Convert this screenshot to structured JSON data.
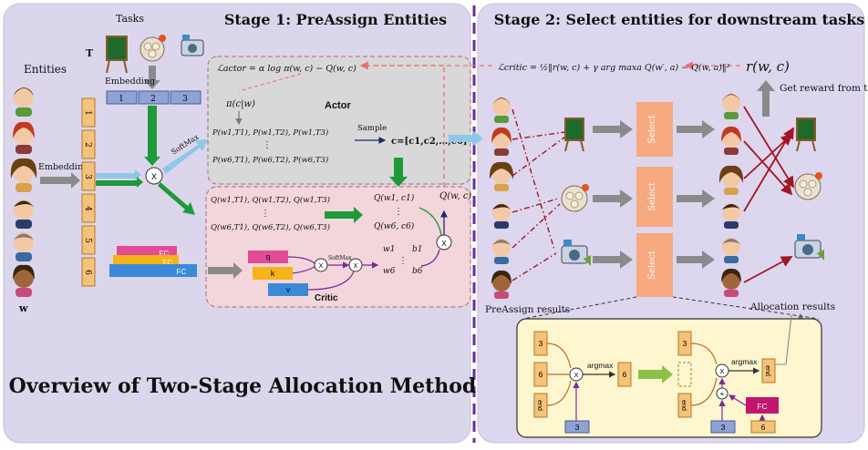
{
  "stage1": {
    "title": "Stage 1: PreAssign Entities",
    "entities_label": "Entities",
    "tasks_label": "Tasks",
    "t_label": "T",
    "w_label": "w",
    "embedding_top": "Embedding",
    "embedding_left": "Embedding",
    "emb_indices": [
      "1",
      "2",
      "3"
    ],
    "entity_indices": [
      "1",
      "2",
      "3",
      "4",
      "5",
      "6"
    ],
    "softmax": "SoftMax",
    "mult": "X",
    "fc_labels": [
      "FC",
      "FC",
      "FC"
    ],
    "actor": {
      "title": "Actor",
      "loss": "ℒactor = α log π(w, c) − Q(w, c)",
      "policy": "π(c|w)",
      "prob_row1": "P(w1,T1), P(w1,T2), P(w1,T3)",
      "prob_row2": "P(w6,T1), P(w6,T2), P(w6,T3)",
      "vdots": "⋮",
      "sample": "Sample",
      "sample_result": "c=[c1,c2,…,c6]"
    },
    "critic": {
      "title": "Critic",
      "q_row1": "Q(w1,T1), Q(w1,T2), Q(w1,T3)",
      "q_row2": "Q(w6,T1), Q(w6,T2), Q(w6,T3)",
      "q_c1": "Q(w1, c1)",
      "q_c6": "Q(w6, c6)",
      "q_total": "Q(w, c)",
      "w1": "w1",
      "b1": "b1",
      "w6": "w6",
      "b6": "b6",
      "q": "q",
      "k": "k",
      "v": "v",
      "softmax_small": "SoftMax"
    }
  },
  "stage2": {
    "title": "Stage 2: Select entities for downstream tasks",
    "loss": "ℒcritic = ½‖r(w, c) + γ arg maxa Q(w′, a) − Q(w, a)‖²",
    "reward": "r(w, c)",
    "get_reward": "Get reward from the environment",
    "select_labels": [
      "Select",
      "Select",
      "Select"
    ],
    "preassign": "PreAssign results",
    "allocation": "Allocation results",
    "inset": {
      "left_values": [
        "3",
        "6",
        "end"
      ],
      "argmax": "argmax",
      "out1": "6",
      "in1": "3",
      "right_values": [
        "3",
        "",
        "end"
      ],
      "argmax2": "argmax",
      "out2": "end",
      "fc": "FC",
      "in2": "3",
      "in3": "6",
      "plus": "+",
      "mult": "X"
    }
  },
  "overview_title": "Overview of Two-Stage Allocation Method",
  "colors": {
    "left_panel": "#dcd6ec",
    "right_panel": "#ddd6ef",
    "divider": "#6a2da0",
    "actor_box": "#d8d8d8",
    "critic_box": "#f3d6dc",
    "token": "#f5c27a",
    "emb_box": "#8fa2d6",
    "select": "#f7a97f",
    "green_arrow": "#1f9a3a",
    "dark_red": "#a31522",
    "blue_arrow": "#8fc7e6",
    "pink_dashed": "#ec6f6f"
  }
}
